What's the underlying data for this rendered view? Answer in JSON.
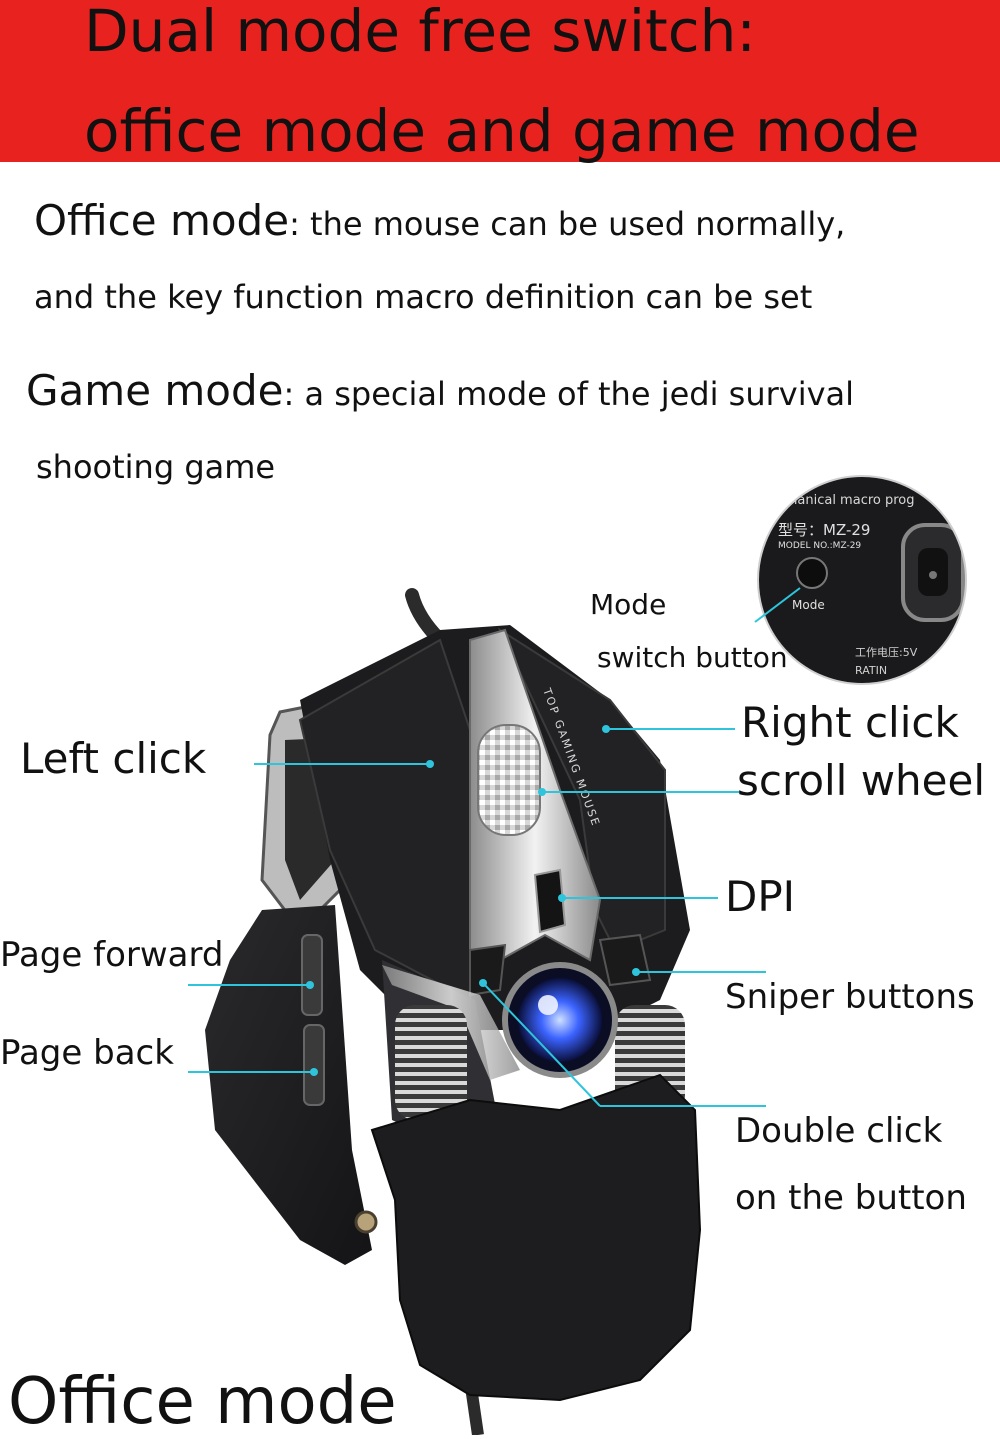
{
  "banner": {
    "line1": "Dual mode free switch:",
    "line2": "office mode and game mode",
    "color": "#e8231f"
  },
  "office_desc": {
    "lead": "Office mode",
    "rest1": ": the mouse can be used normally,",
    "line2": "and the key function macro definition can be set"
  },
  "game_desc": {
    "lead": "Game mode",
    "rest1": ": a special mode of the jedi survival",
    "line2": "shooting game"
  },
  "inset": {
    "brand_text": "chanical macro prog",
    "model_cn": "型号：MZ-29",
    "model_en": "MODEL NO.:MZ-29",
    "mode_button": "Mode",
    "voltage": "工作电压:5V",
    "rating": "RATIN"
  },
  "callouts": {
    "mode_switch_1": "Mode",
    "mode_switch_2": "switch button",
    "left_click": "Left click",
    "right_click": "Right click",
    "scroll_wheel": "scroll wheel",
    "dpi": "DPI",
    "page_forward": "Page forward",
    "page_back": "Page back",
    "sniper": "Sniper buttons",
    "double_click_1": "Double click",
    "double_click_2": "on the button",
    "line_color": "#2ec5dc"
  },
  "mouse": {
    "side_print": "TOP GAMING MOUSE",
    "body_color": "#1b1b1d",
    "led_color": "#3b63ff"
  },
  "footer": {
    "label": "Office mode"
  }
}
